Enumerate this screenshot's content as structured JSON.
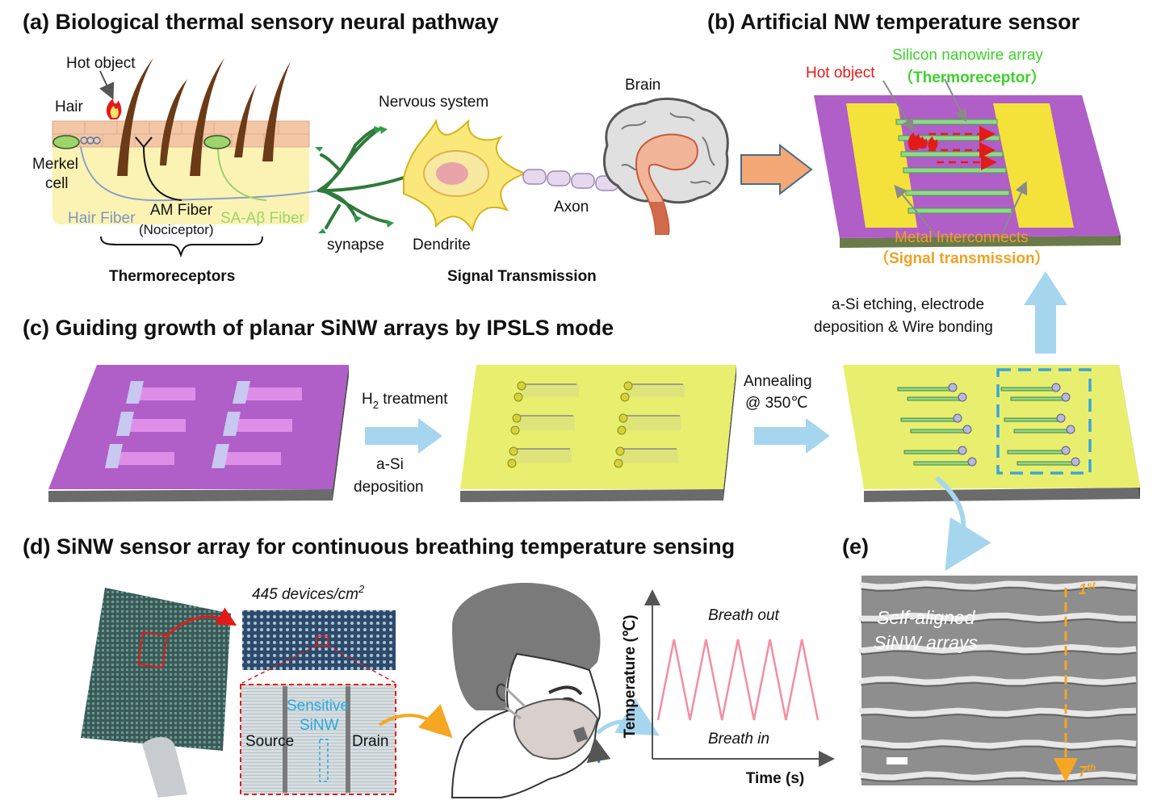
{
  "panels": {
    "a_title": "(a) Biological thermal sensory neural pathway",
    "b_title": "(b) Artificial NW temperature sensor",
    "c_title": "(c) Guiding growth of planar SiNW arrays by IPSLS mode",
    "d_title": "(d) SiNW sensor array for continuous breathing temperature sensing",
    "e_title": "(e)"
  },
  "panel_a": {
    "hot_object": "Hot object",
    "hair": "Hair",
    "merkel": "Merkel",
    "cell": "cell",
    "hair_fiber": "Hair Fiber",
    "am_fiber": "AM Fiber",
    "nociceptor": "(Nociceptor)",
    "sa_fiber": "SA-Aβ Fiber",
    "thermoreceptors": "Thermoreceptors",
    "nervous_system": "Nervous system",
    "synapse": "synapse",
    "dendrite": "Dendrite",
    "axon": "Axon",
    "brain": "Brain",
    "signal_transmission": "Signal Transmission"
  },
  "panel_b": {
    "hot_object": "Hot object",
    "array_label": "Silicon nanowire array",
    "thermoreceptor": "（Thermoreceptor）",
    "metal": "Metal Interconnects",
    "signal": "（Signal transmission）"
  },
  "panel_c": {
    "etch_line1": "a-Si etching, electrode",
    "etch_line2": "deposition & Wire bonding",
    "h2_main": "H",
    "h2_sub": "2",
    "h2_rest": " treatment",
    "asi": "a-Si",
    "deposition": "deposition",
    "annealing": "Annealing",
    "temp": "@ 350℃"
  },
  "panel_d": {
    "density": "445 devices/cm",
    "density_sup": "2",
    "sensitive": "Sensitive",
    "sinw": "SiNW",
    "source": "Source",
    "drain": "Drain"
  },
  "panel_e": {
    "line1": "Self-aligned",
    "line2": "SiNW arrays",
    "first": "1",
    "first_sup": "st",
    "seventh": "7",
    "seventh_sup": "th"
  },
  "chart_data": {
    "type": "line",
    "title": "",
    "xlabel": "Time (s)",
    "ylabel": "Temperature (℃)",
    "annotations": [
      "Breath out",
      "Breath in"
    ],
    "series": [
      {
        "values": [
          0,
          1,
          0,
          1,
          0,
          1,
          0,
          1,
          0,
          1,
          0
        ]
      }
    ],
    "grid": false,
    "legend": "none"
  },
  "colors": {
    "purple": "#b05ec8",
    "yellow_green": "#e8ef6e",
    "gold": "#f4e23a",
    "nanowire": "#8fd98a",
    "arrow_blue": "#a6d6ee",
    "breath_line": "#f08fa0",
    "red": "#e31a1a",
    "green_text": "#3fcf2c",
    "orange_text": "#f0a020",
    "cyan_text": "#27a8e0",
    "gold_arrow": "#f5a623"
  }
}
